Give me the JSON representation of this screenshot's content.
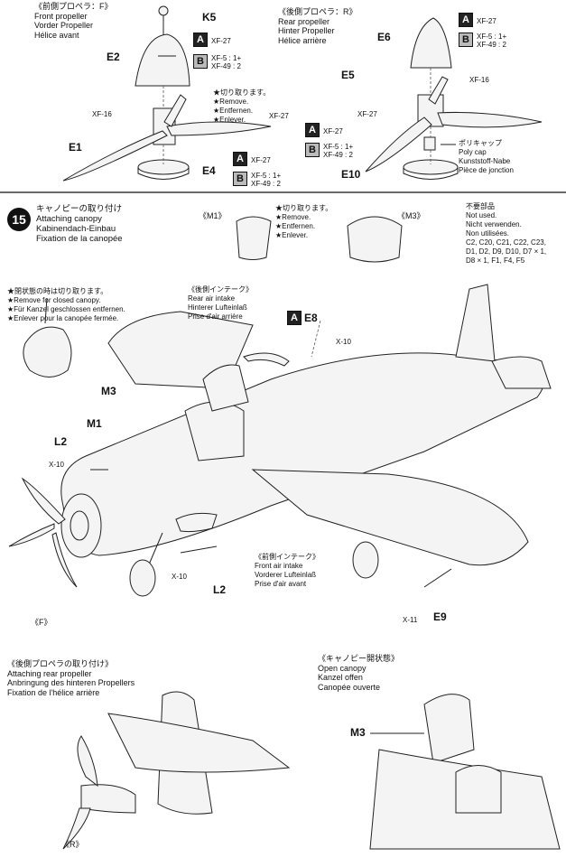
{
  "top": {
    "front_propeller": {
      "title": "《前側プロペラ：F》",
      "en": "Front propeller",
      "de": "Vorder Propeller",
      "fr": "Hélice avant"
    },
    "rear_propeller": {
      "title": "《後側プロペラ：R》",
      "en": "Rear propeller",
      "de": "Hinter Propeller",
      "fr": "Hélice arrière"
    },
    "cut_off": {
      "jp": "★切り取ります。",
      "en": "★Remove.",
      "de": "★Entfernen.",
      "fr": "★Enlever."
    },
    "poly_cap": {
      "jp": "ポリキャップ",
      "en": "Poly cap",
      "de": "Kunststoff-Nabe",
      "fr": "Pièce de jonction"
    },
    "labels": {
      "k5": "K5",
      "e2": "E2",
      "e1": "E1",
      "e4": "E4",
      "e6": "E6",
      "e5": "E5",
      "e10": "E10"
    },
    "paints": {
      "a": "A",
      "b": "B",
      "xf27": "XF-27",
      "xf5_line1": "XF-5 : 1+",
      "xf49_line2": "XF-49 : 2",
      "xf16": "XF-16"
    }
  },
  "step15": {
    "number": "15",
    "jp": "キャノピーの取り付け",
    "en": "Attaching canopy",
    "de": "Kabinendach-Einbau",
    "fr": "Fixation de la canopée",
    "m1": "《M1》",
    "m3": "《M3》",
    "not_used": {
      "jp": "不要部品",
      "en": "Not used.",
      "de": "Nicht verwenden.",
      "fr": "Non utilisées.",
      "parts": [
        "C2, C20, C21, C22, C23,",
        "D1, D2, D9, D10, D7 × 1,",
        "D8 × 1, F1, F4, F5"
      ]
    },
    "closed_note": {
      "jp": "★閉状態の時は切り取ります。",
      "en": "★Remove for closed canopy.",
      "de": "★Für Kanzel geschlossen entfernen.",
      "fr": "★Enlever pour la canopée fermée."
    },
    "rear_intake": {
      "jp": "《後側インテーク》",
      "en": "Rear air intake",
      "de": "Hinterer Lufteinlaß",
      "fr": "Prise d'air arrière"
    },
    "front_intake": {
      "jp": "《前側インテーク》",
      "en": "Front air intake",
      "de": "Vorderer Lufteinlaß",
      "fr": "Prise d'air avant"
    },
    "labels": {
      "e8": "E8",
      "m3": "M3",
      "m1": "M1",
      "l2a": "L2",
      "l2b": "L2",
      "e9": "E9",
      "f": "《F》"
    },
    "glue": {
      "x10a": "X-10",
      "x10b": "X-10",
      "x10c": "X-10",
      "x11": "X-11"
    }
  },
  "bottom": {
    "rear_prop": {
      "jp": "《後側プロペラの取り付け》",
      "en": "Attaching rear propeller",
      "de": "Anbringung des hinteren Propellers",
      "fr": "Fixation de l'hélice arrière"
    },
    "open_canopy": {
      "jp": "《キャノピー開状態》",
      "en": "Open canopy",
      "de": "Kanzel offen",
      "fr": "Canopée ouverte"
    },
    "r": "《R》",
    "m3": "M3"
  }
}
